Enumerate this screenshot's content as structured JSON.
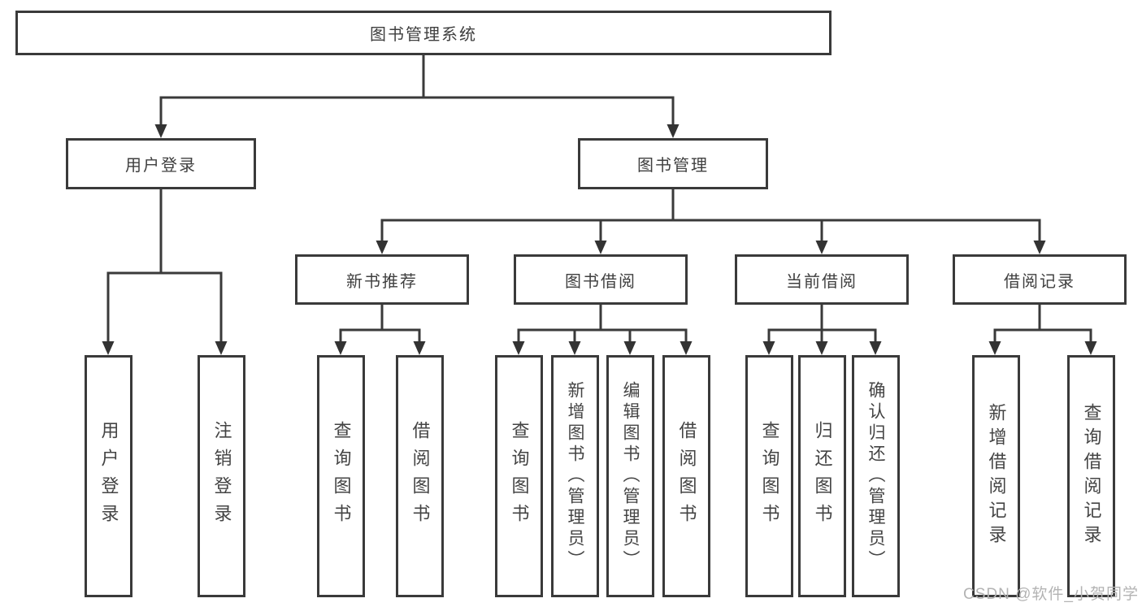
{
  "tree": {
    "label": "图书管理系统",
    "children": [
      {
        "label": "用户登录",
        "children": [
          {
            "label": "用户登录"
          },
          {
            "label": "注销登录"
          }
        ]
      },
      {
        "label": "图书管理",
        "children": [
          {
            "label": "新书推荐",
            "children": [
              {
                "label": "查询图书"
              },
              {
                "label": "借阅图书"
              }
            ]
          },
          {
            "label": "图书借阅",
            "children": [
              {
                "label": "查询图书"
              },
              {
                "label": "新增图书（管理员）"
              },
              {
                "label": "编辑图书（管理员）"
              },
              {
                "label": "借阅图书"
              }
            ]
          },
          {
            "label": "当前借阅",
            "children": [
              {
                "label": "查询图书"
              },
              {
                "label": "归还图书"
              },
              {
                "label": "确认归还（管理员）"
              }
            ]
          },
          {
            "label": "借阅记录",
            "children": [
              {
                "label": "新增借阅记录"
              },
              {
                "label": "查询借阅记录"
              }
            ]
          }
        ]
      }
    ]
  },
  "watermark": {
    "text": "CSDN @软件_小贺同学"
  },
  "colors": {
    "line": "#3a3a3a",
    "box_border": "#3a3a3a",
    "box_fill": "#ffffff",
    "text": "#3f3f3f",
    "watermark": "#b3b3b3"
  }
}
